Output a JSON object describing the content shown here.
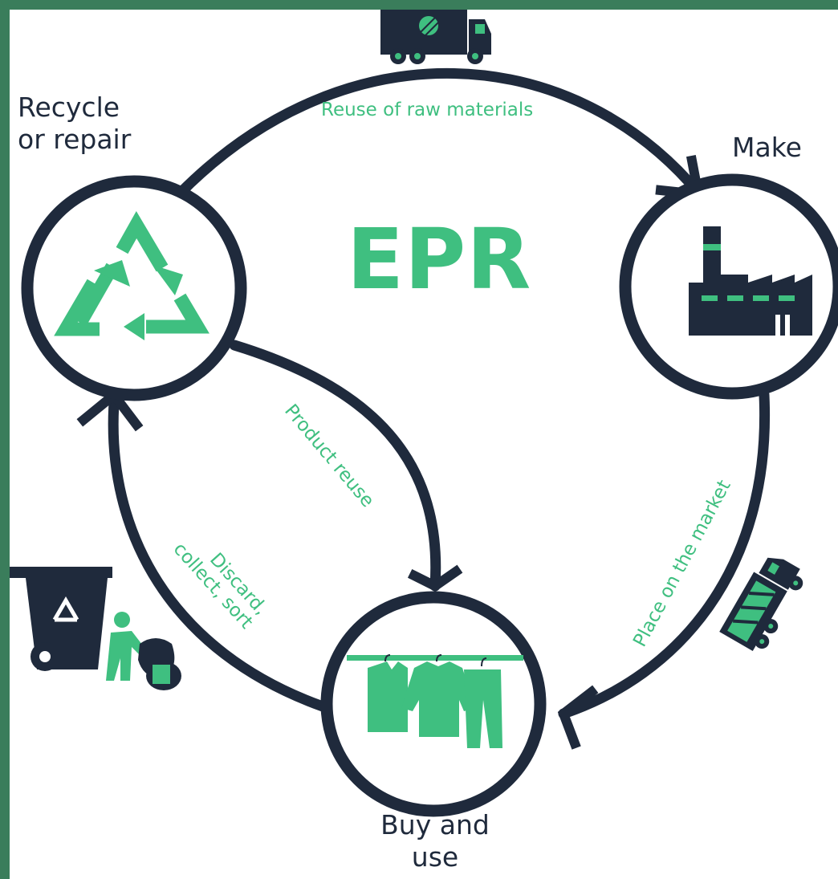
{
  "center_title": "EPR",
  "stages": {
    "recycle": {
      "line1": "Recycle",
      "line2": "or repair"
    },
    "make": {
      "label": "Make"
    },
    "buy": {
      "line1": "Buy and",
      "line2": "use"
    }
  },
  "flows": {
    "reuse_raw": "Reuse of raw materials",
    "place_market": "Place on the market",
    "product_reuse": "Product reuse",
    "discard_line1": "Discard,",
    "discard_line2": "collect, sort"
  },
  "colors": {
    "navy": "#1f2a3c",
    "green": "#3fbf80",
    "frame": "#3a7d5b"
  },
  "icons": [
    "truck-icon",
    "recycle-icon",
    "factory-icon",
    "clothes-rack-icon",
    "recycle-bin-icon",
    "worker-with-bag-icon",
    "garbage-truck-icon"
  ]
}
